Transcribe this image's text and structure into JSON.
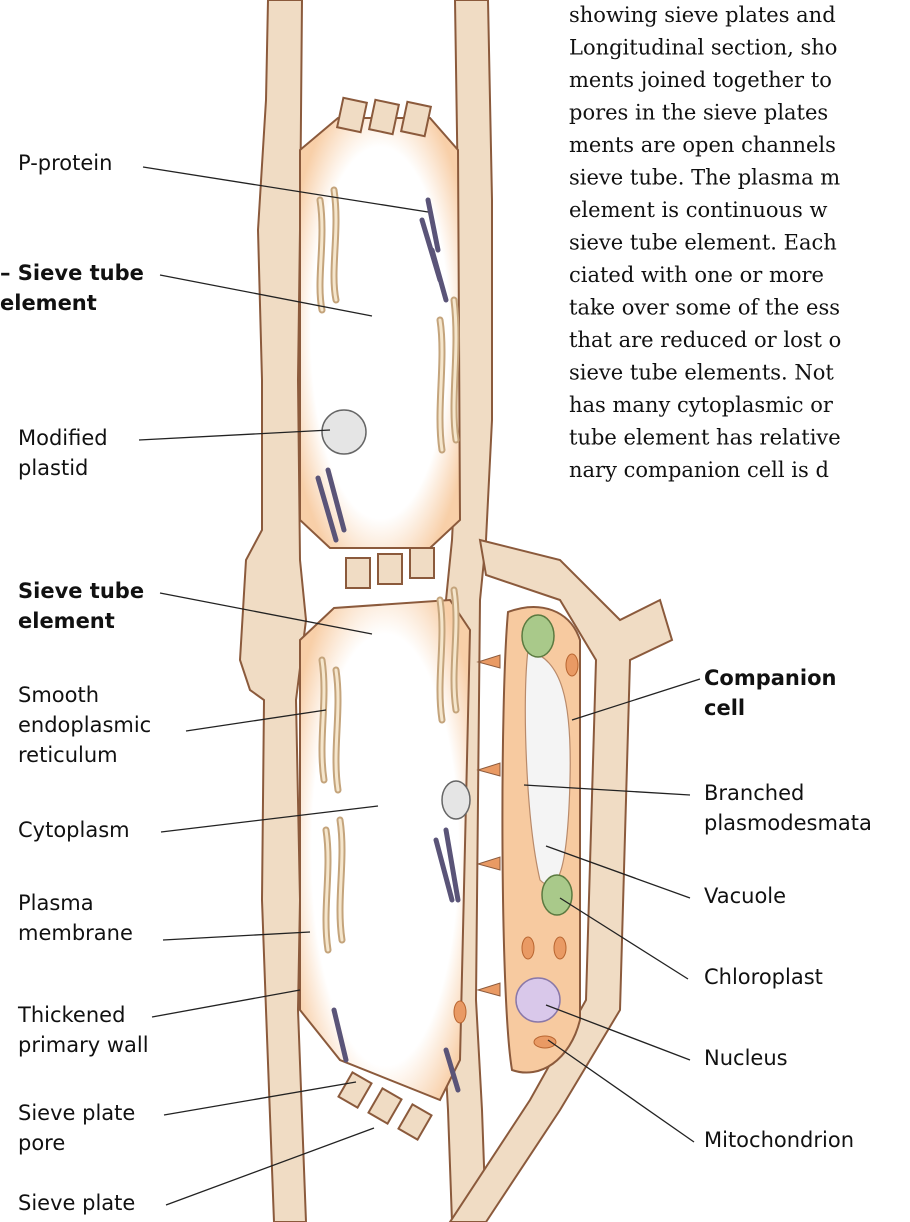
{
  "caption_lines": [
    "showing sieve plates and",
    "Longitudinal section, sho",
    "ments joined together to",
    "pores in the sieve plates",
    "ments are open channels",
    "sieve tube. The plasma m",
    "element is continuous w",
    "sieve tube element. Each",
    "ciated with one or more",
    "take over some of the ess",
    "that are reduced or lost o",
    "sieve tube elements. Not",
    "has many cytoplasmic or",
    "tube element has relative",
    "nary companion cell is d"
  ],
  "left_labels": [
    {
      "lines": [
        "P-protein"
      ],
      "bold": false
    },
    {
      "lines": [
        "– Sieve tube",
        "element"
      ],
      "bold": true
    },
    {
      "lines": [
        "Modified",
        "plastid"
      ],
      "bold": false
    },
    {
      "lines": [
        "Sieve tube",
        "element"
      ],
      "bold": true
    },
    {
      "lines": [
        "Smooth",
        "endoplasmic",
        "reticulum"
      ],
      "bold": false
    },
    {
      "lines": [
        "Cytoplasm"
      ],
      "bold": false
    },
    {
      "lines": [
        "Plasma",
        "membrane"
      ],
      "bold": false
    },
    {
      "lines": [
        "Thickened",
        "primary wall"
      ],
      "bold": false
    },
    {
      "lines": [
        "Sieve plate",
        "pore"
      ],
      "bold": false
    },
    {
      "lines": [
        "Sieve plate"
      ],
      "bold": false
    }
  ],
  "right_labels": [
    {
      "lines": [
        "Companion",
        "cell"
      ],
      "bold": true
    },
    {
      "lines": [
        "Branched",
        "plasmodesmata"
      ],
      "bold": false
    },
    {
      "lines": [
        "Vacuole"
      ],
      "bold": false
    },
    {
      "lines": [
        "Chloroplast"
      ],
      "bold": false
    },
    {
      "lines": [
        "Nucleus"
      ],
      "bold": false
    },
    {
      "lines": [
        "Mitochondrion"
      ],
      "bold": false
    }
  ],
  "colors": {
    "wall": "#f0dcc4",
    "wall_outline": "#8b5a3c",
    "cytoplasm_glow": "#f8cfa8",
    "companion_fill": "#f7caa0",
    "vacuole": "#f4f4f4",
    "chloroplast": "#a9c98a",
    "nucleus": "#d9c8ea",
    "mitochondrion": "#e99a64",
    "p_protein": "#5a5478",
    "er": "#e7cfa6",
    "plastid": "#e5e5e5"
  }
}
